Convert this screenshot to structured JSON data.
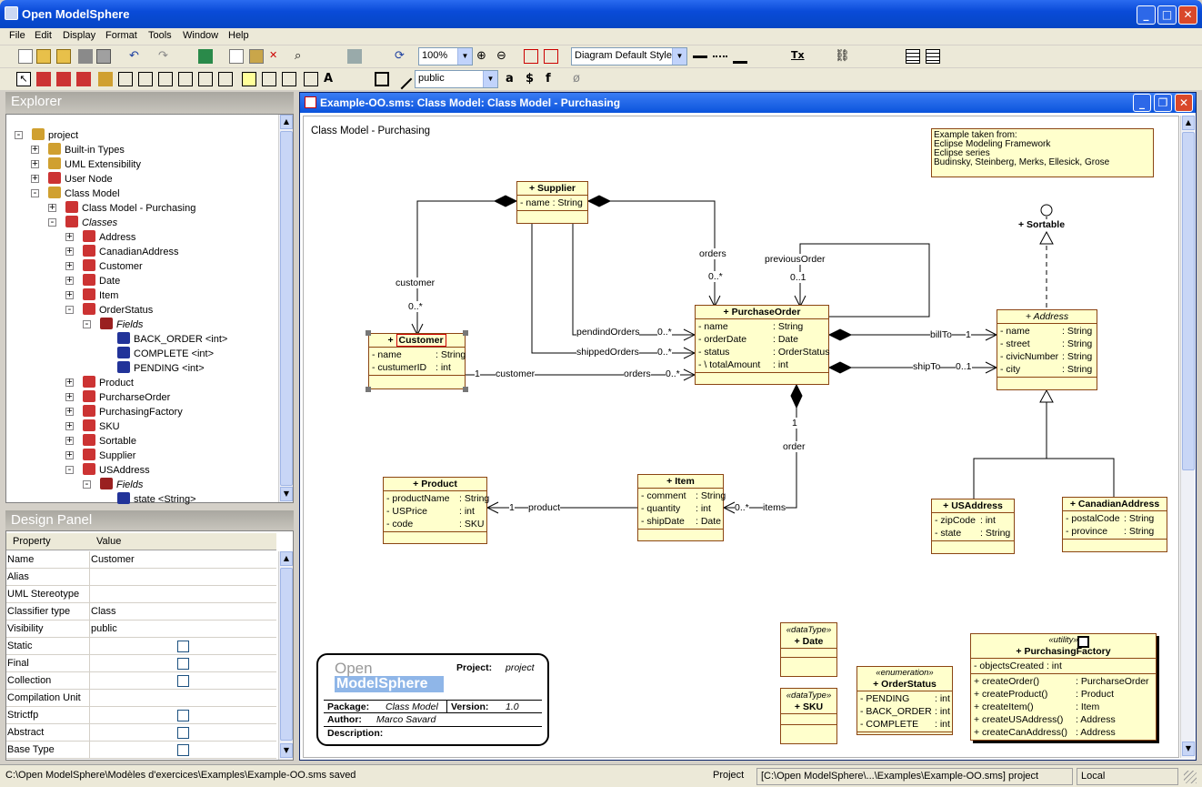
{
  "app": {
    "title": "Open ModelSphere"
  },
  "menu": [
    "File",
    "Edit",
    "Display",
    "Format",
    "Tools",
    "Window",
    "Help"
  ],
  "toolbar": {
    "zoom": "100%",
    "style": "Diagram Default Style",
    "visibility": "public",
    "glyph_a": "a",
    "glyph_dollar": "$",
    "glyph_f": "f",
    "glyph_null": "ø"
  },
  "explorer": {
    "title": "Explorer",
    "items": [
      {
        "label": "project"
      },
      {
        "label": "Built-in Types"
      },
      {
        "label": "UML Extensibility"
      },
      {
        "label": "User Node"
      },
      {
        "label": "Class Model"
      },
      {
        "label": "Class Model - Purchasing"
      },
      {
        "label": "Classes"
      },
      {
        "label": "Address"
      },
      {
        "label": "CanadianAddress"
      },
      {
        "label": "Customer"
      },
      {
        "label": "Date"
      },
      {
        "label": "Item"
      },
      {
        "label": "OrderStatus"
      },
      {
        "label": "Fields"
      },
      {
        "label": "BACK_ORDER <int>"
      },
      {
        "label": "COMPLETE <int>"
      },
      {
        "label": "PENDING <int>"
      },
      {
        "label": "Product"
      },
      {
        "label": "PurcharseOrder"
      },
      {
        "label": "PurchasingFactory"
      },
      {
        "label": "SKU"
      },
      {
        "label": "Sortable"
      },
      {
        "label": "Supplier"
      },
      {
        "label": "USAddress"
      },
      {
        "label": "Fields"
      },
      {
        "label": "state <String>"
      }
    ]
  },
  "design": {
    "title": "Design Panel",
    "col_property": "Property",
    "col_value": "Value",
    "rows": [
      {
        "prop": "Name",
        "value": "Customer"
      },
      {
        "prop": "Alias",
        "value": ""
      },
      {
        "prop": "UML Stereotype",
        "value": ""
      },
      {
        "prop": "Classifier type",
        "value": "Class"
      },
      {
        "prop": "Visibility",
        "value": "public"
      },
      {
        "prop": "Static",
        "value": ""
      },
      {
        "prop": "Final",
        "value": ""
      },
      {
        "prop": "Collection",
        "value": ""
      },
      {
        "prop": "Compilation Unit",
        "value": ""
      },
      {
        "prop": "Strictfp",
        "value": ""
      },
      {
        "prop": "Abstract",
        "value": ""
      },
      {
        "prop": "Base Type",
        "value": ""
      }
    ]
  },
  "document": {
    "title": "Example-OO.sms: Class Model: Class Model - Purchasing",
    "diagram_name": "Class Model - Purchasing",
    "note": [
      "Example taken from:",
      "Eclipse Modeling Framework",
      "Eclipse series",
      "Budinsky, Steinberg, Merks, Ellesick, Grose"
    ],
    "classes": {
      "supplier": {
        "name": "+ Supplier",
        "attrs": [
          "- name : String"
        ]
      },
      "customer": {
        "name": "Customer",
        "vis": "+",
        "attrs": [
          {
            "n": "- name",
            "t": ": String"
          },
          {
            "n": "- custumerID",
            "t": ": int"
          }
        ]
      },
      "purchaseorder": {
        "name": "+ PurchaseOrder",
        "attrs": [
          {
            "n": "-   name",
            "t": ": String"
          },
          {
            "n": "-   orderDate",
            "t": ": Date"
          },
          {
            "n": "-   status",
            "t": ": OrderStatus"
          },
          {
            "n": "- \\ totalAmount",
            "t": ": int"
          }
        ]
      },
      "address": {
        "name": "+ Address",
        "attrs": [
          {
            "n": "- name",
            "t": ": String"
          },
          {
            "n": "- street",
            "t": ": String"
          },
          {
            "n": "- civicNumber",
            "t": ": String"
          },
          {
            "n": "- city",
            "t": ": String"
          }
        ]
      },
      "product": {
        "name": "+ Product",
        "attrs": [
          {
            "n": "- productName",
            "t": ": String"
          },
          {
            "n": "- USPrice",
            "t": ": int"
          },
          {
            "n": "- code",
            "t": ": SKU"
          }
        ]
      },
      "item": {
        "name": "+ Item",
        "attrs": [
          {
            "n": "- comment",
            "t": ": String"
          },
          {
            "n": "- quantity",
            "t": ": int"
          },
          {
            "n": "- shipDate",
            "t": ": Date"
          }
        ]
      },
      "usaddress": {
        "name": "+ USAddress",
        "attrs": [
          {
            "n": "- zipCode",
            "t": ": int"
          },
          {
            "n": "- state",
            "t": ": String"
          }
        ]
      },
      "canadianaddress": {
        "name": "+ CanadianAddress",
        "attrs": [
          {
            "n": "- postalCode",
            "t": ": String"
          },
          {
            "n": "- province",
            "t": ": String"
          }
        ]
      },
      "date": {
        "stereo": "«dataType»",
        "name": "+ Date"
      },
      "sku": {
        "stereo": "«dataType»",
        "name": "+ SKU"
      },
      "orderstatus": {
        "stereo": "«enumeration»",
        "name": "+ OrderStatus",
        "attrs": [
          {
            "n": "- PENDING",
            "t": ": int"
          },
          {
            "n": "- BACK_ORDER",
            "t": ": int"
          },
          {
            "n": "- COMPLETE",
            "t": ": int"
          }
        ]
      },
      "factory": {
        "stereo": "«utility»",
        "name": "+ PurchasingFactory",
        "attrs": [
          "- objectsCreated : int"
        ],
        "ops": [
          {
            "n": "+ createOrder()",
            "t": ": PurcharseOrder"
          },
          {
            "n": "+ createProduct()",
            "t": ": Product"
          },
          {
            "n": "+ createItem()",
            "t": ": Item"
          },
          {
            "n": "+ createUSAddress()",
            "t": ": Address"
          },
          {
            "n": "+ createCanAddress()",
            "t": ": Address"
          }
        ]
      }
    },
    "interface_sortable": "+ Sortable",
    "labels": {
      "orders_sup": "orders",
      "mult_orders_sup": "0..*",
      "customer_role": "customer",
      "mult_customer": "0..*",
      "previousOrder": "previousOrder",
      "mult_prev": "0..1",
      "pendindOrders": "pendindOrders",
      "mult_pend": "0..*",
      "shippedOrders": "shippedOrders",
      "mult_ship": "0..*",
      "billTo": "billTo",
      "mult_bill": "1",
      "shipTo": "shipTo",
      "mult_ship_to": "0..1",
      "mult_cust_1": "1",
      "cust_role2": "customer",
      "orders_role2": "orders",
      "mult_orders2": "0..*",
      "mult_order_1": "1",
      "order_role": "order",
      "mult_prod_1": "1",
      "product_role": "product",
      "mult_items": "0..*",
      "items_role": "items"
    },
    "titleblock": {
      "logo_open": "Open",
      "logo_ms": "ModelSphere",
      "project_label": "Project:",
      "project_value": "project",
      "package_label": "Package:",
      "package_value": "Class Model",
      "version_label": "Version:",
      "version_value": "1.0",
      "author_label": "Author:",
      "author_value": "Marco Savard",
      "description_label": "Description:"
    }
  },
  "status": {
    "message": "C:\\Open ModelSphere\\Modèles d'exercices\\Examples\\Example-OO.sms saved",
    "project_label": "Project",
    "project_path": "[C:\\Open ModelSphere\\...\\Examples\\Example-OO.sms]  project",
    "location": "Local"
  }
}
